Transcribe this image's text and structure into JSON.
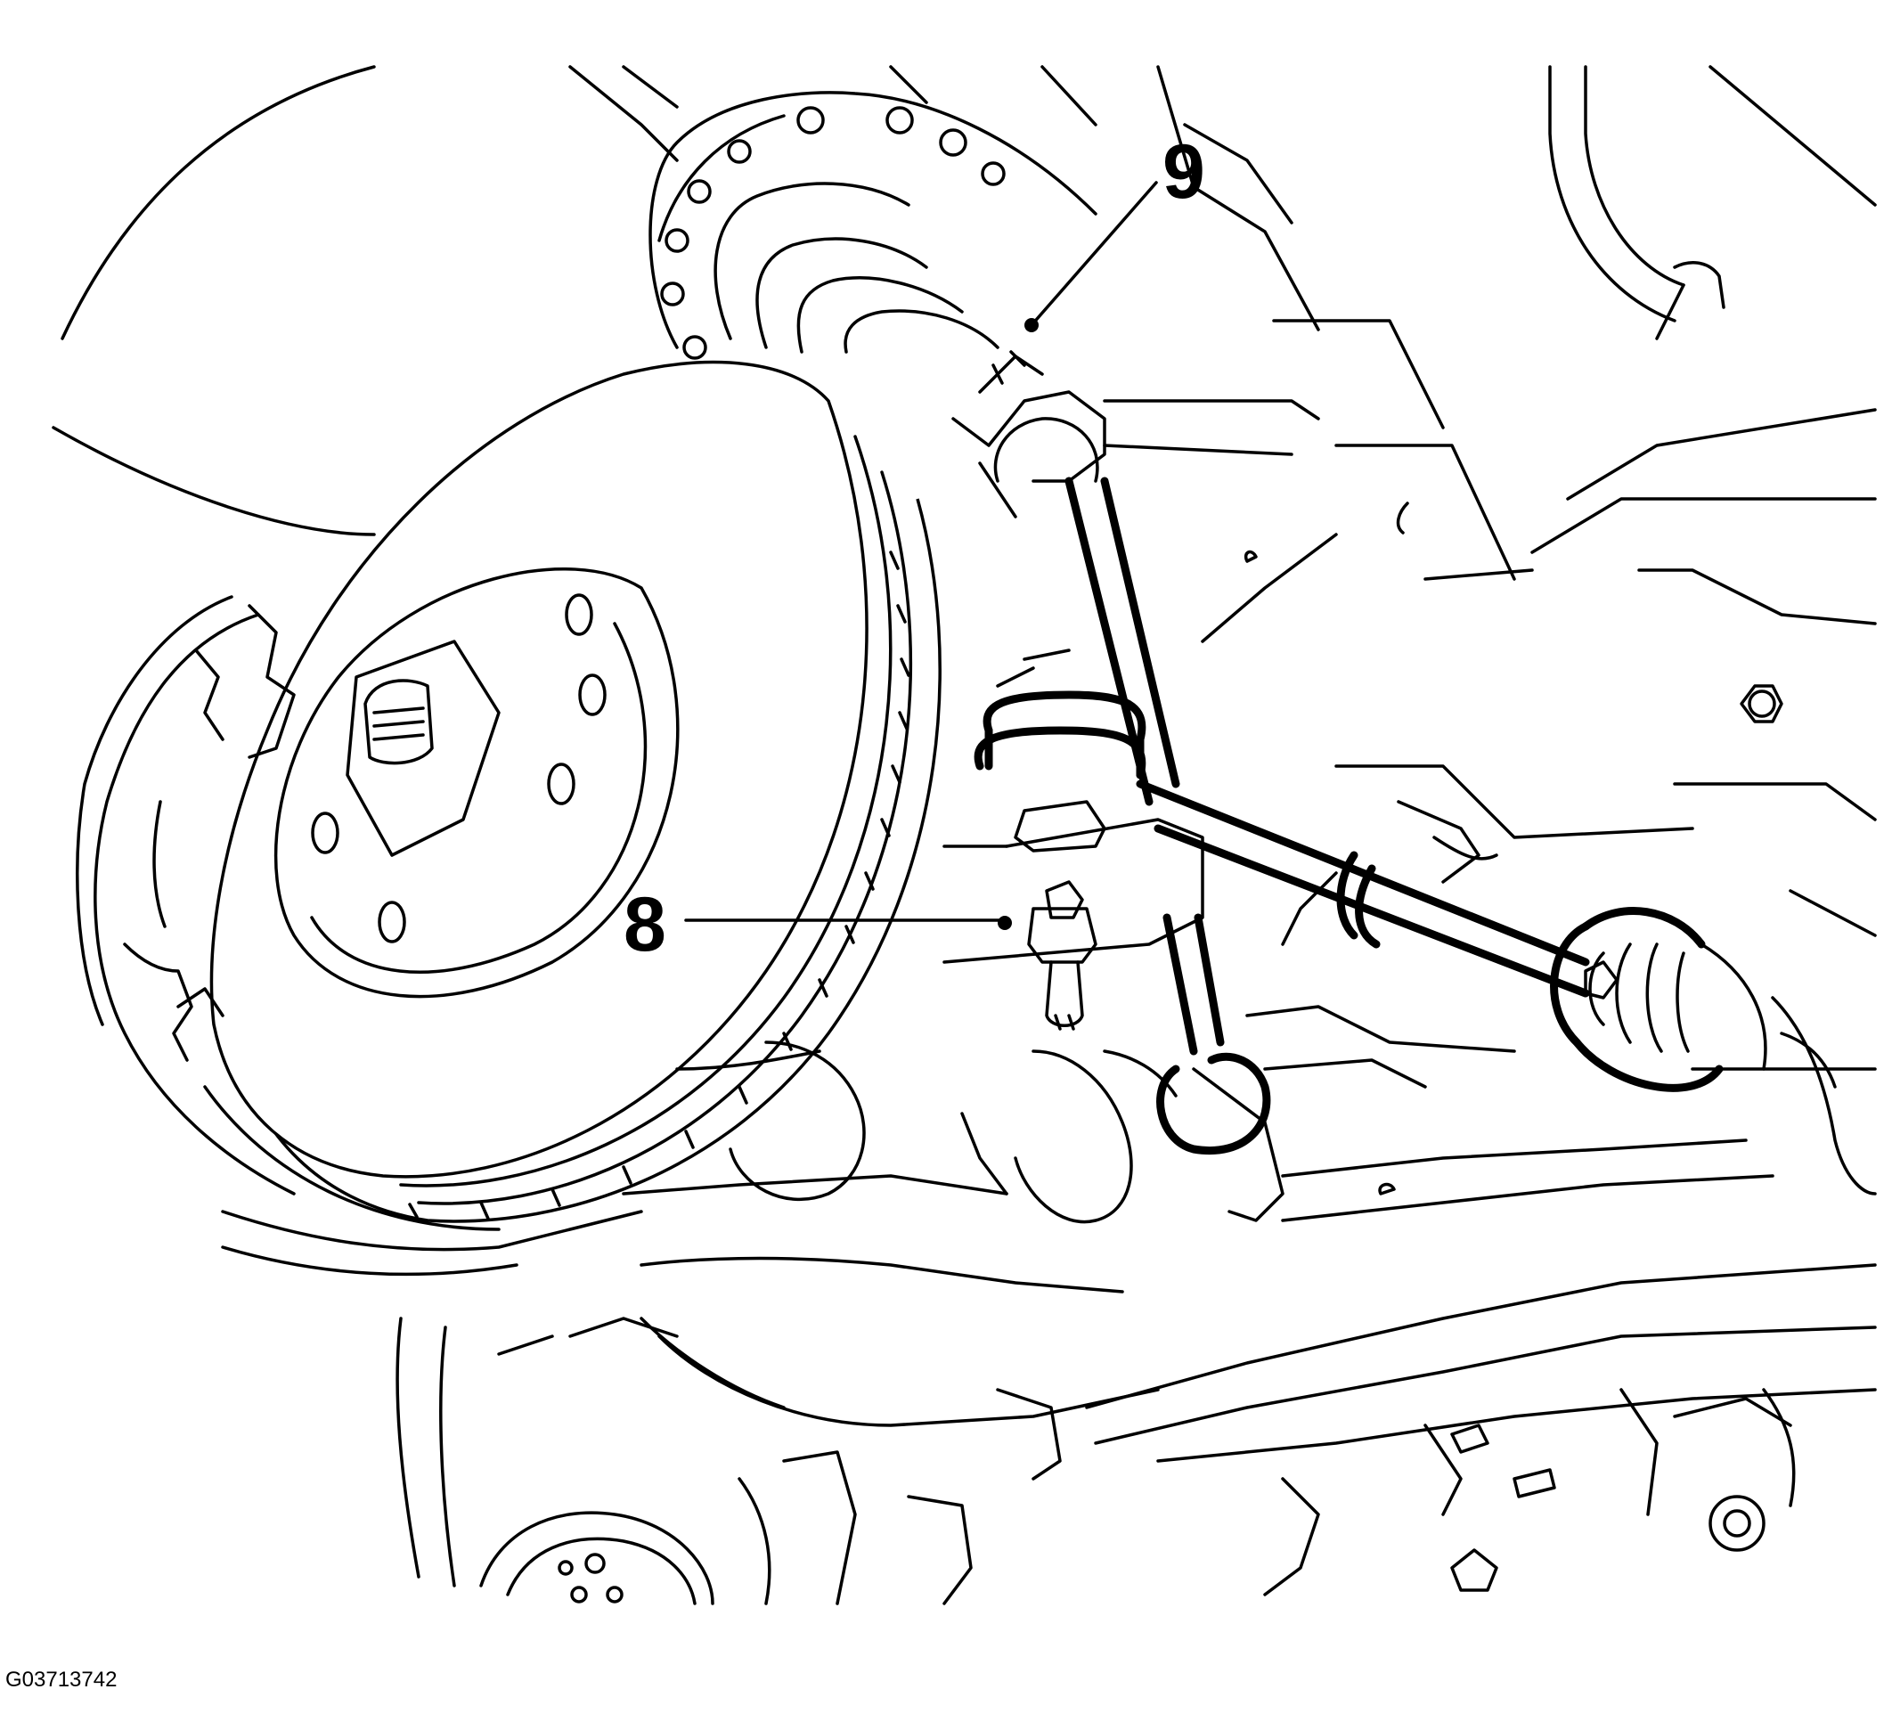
{
  "callouts": [
    {
      "id": "9",
      "label": "9"
    },
    {
      "id": "8",
      "label": "8"
    }
  ],
  "figure_id": "G03713742",
  "colors": {
    "line": "#000000",
    "background": "#ffffff"
  }
}
